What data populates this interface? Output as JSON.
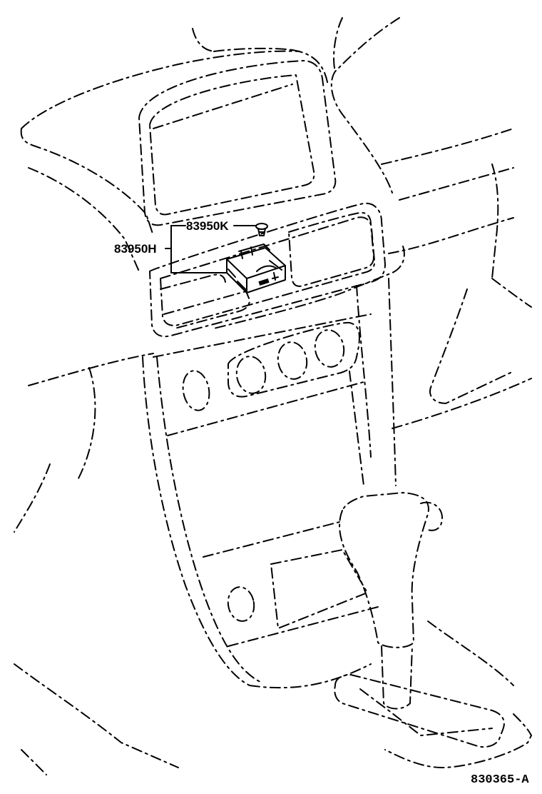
{
  "callouts": {
    "part_k": "83950K",
    "part_h": "83950H"
  },
  "figure_code": "830365-A"
}
